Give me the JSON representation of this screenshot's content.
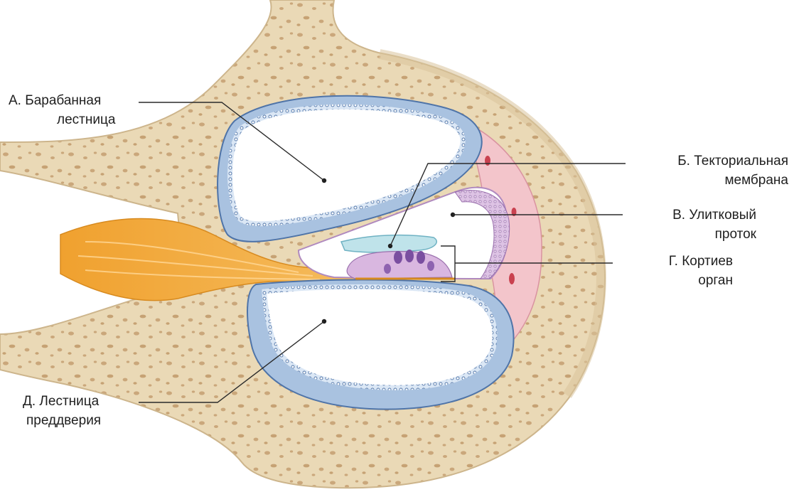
{
  "labels": {
    "a": {
      "line1": "А. Барабанная",
      "line2": "лестница"
    },
    "b": {
      "line1": "Б.  Текториальная",
      "line2": "мембрана"
    },
    "v": {
      "line1": "В.  Улитковый",
      "line2": "проток"
    },
    "g": {
      "line1": "Г. Кортиев",
      "line2": "орган"
    },
    "d": {
      "line1": "Д. Лестница",
      "line2": "преддверия"
    }
  },
  "colors": {
    "bone": "#ead9b6",
    "bone_outline": "#cdb58c",
    "bone_spots": "#caa77b",
    "membrane_blue": "#a9c2e0",
    "membrane_edge": "#4f74a8",
    "stria_pink": "#f3c5cb",
    "ligament_purple": "#c9a3d1",
    "tectorial": "#bfe3ea",
    "nerve_orange": "#f1a334",
    "hair_cells": "#7a4fa0"
  }
}
